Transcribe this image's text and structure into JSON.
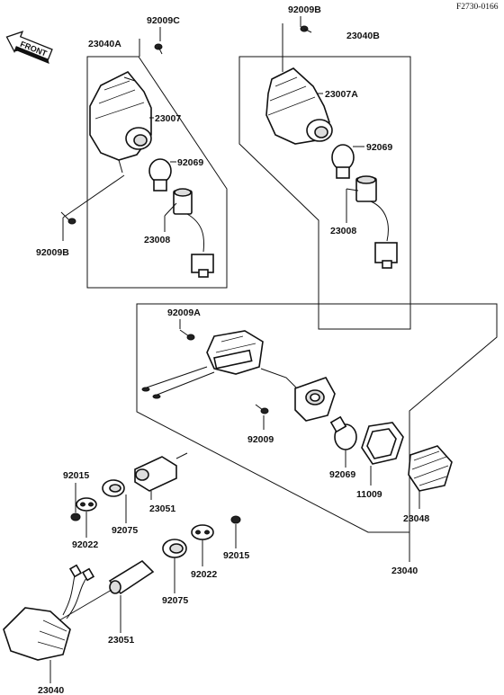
{
  "drawing_code": "F2730-0166",
  "front_arrow": "FRONT",
  "labels": {
    "l_92009C": "92009C",
    "l_23040A": "23040A",
    "l_23007": "23007",
    "l_92069_a": "92069",
    "l_92009B_a": "92009B",
    "l_23008_a": "23008",
    "l_92009B_b": "92009B",
    "l_23040B": "23040B",
    "l_23007A": "23007A",
    "l_92069_b": "92069",
    "l_23008_b": "23008",
    "l_92009A": "92009A",
    "l_92009": "92009",
    "l_92069_c": "92069",
    "l_11009": "11009",
    "l_23048": "23048",
    "l_23040_a": "23040",
    "l_92015_a": "92015",
    "l_92022_a": "92022",
    "l_92075_a": "92075",
    "l_23051_a": "23051",
    "l_92022_b": "92022",
    "l_92015_b": "92015",
    "l_92075_b": "92075",
    "l_23051_b": "23051",
    "l_23040_b": "23040"
  }
}
